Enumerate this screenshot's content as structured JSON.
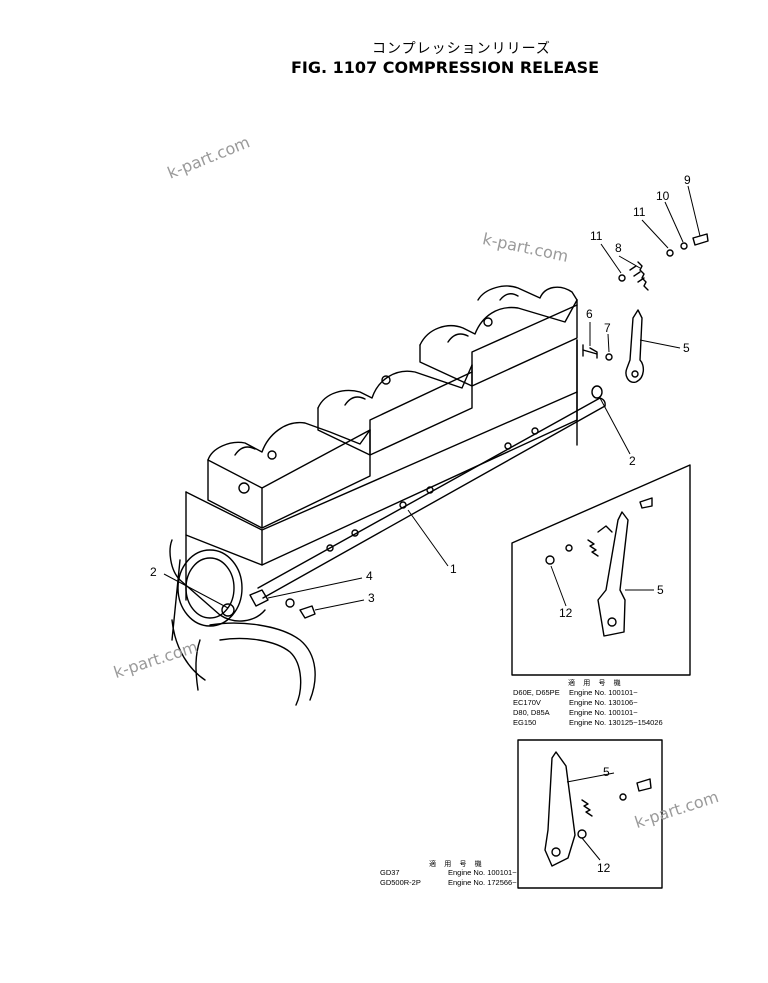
{
  "title": {
    "japanese": "コンプレッションリリーズ",
    "english": "FIG. 1107 COMPRESSION RELEASE"
  },
  "watermarks": [
    "k-part.com",
    "k-part.com",
    "k-part.com",
    "k-part.com"
  ],
  "callouts": {
    "c1": "1",
    "c2a": "2",
    "c2b": "2",
    "c3": "3",
    "c4": "4",
    "c5a": "5",
    "c5b": "5",
    "c5c": "5",
    "c6": "6",
    "c7": "7",
    "c8": "8",
    "c9": "9",
    "c10": "10",
    "c11a": "11",
    "c11b": "11",
    "c12a": "12",
    "c12b": "12"
  },
  "inset1_notes": {
    "heading": "適 用 号 機",
    "rows": [
      {
        "model": "D60E, D65PE",
        "label": "Engine No.",
        "range": "100101~"
      },
      {
        "model": "EC170V",
        "label": "Engine No.",
        "range": "130106~"
      },
      {
        "model": "D80, D85A",
        "label": "Engine No.",
        "range": "100101~"
      },
      {
        "model": "EG150",
        "label": "Engine No.",
        "range": "130125~154026"
      }
    ]
  },
  "inset2_notes": {
    "heading": "適 用 号 機",
    "rows": [
      {
        "model": "GD37",
        "label": "Engine No.",
        "range": "100101~"
      },
      {
        "model": "GD500R-2P",
        "label": "Engine No.",
        "range": "172566~"
      }
    ]
  }
}
